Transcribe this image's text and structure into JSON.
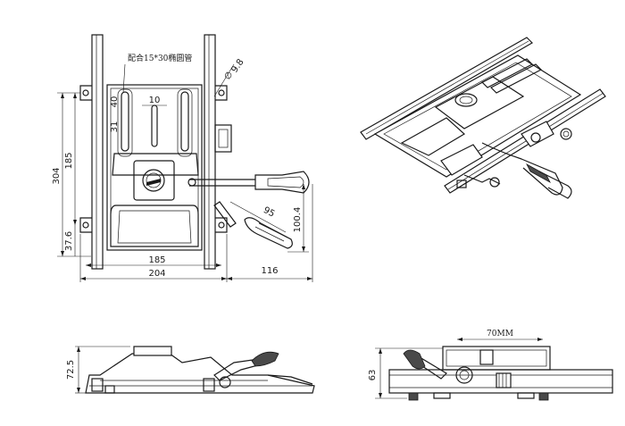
{
  "top_view": {
    "note": "配合15*30椭圆管",
    "diameter": "9.8",
    "dim_40": "40",
    "dim_10": "10",
    "dim_31": "31",
    "dim_304": "304",
    "dim_185_v": "185",
    "dim_37_6": "37.6",
    "dim_185_h": "185",
    "dim_204": "204",
    "dim_116": "116",
    "dim_95": "95",
    "dim_100_4": "100.4"
  },
  "side_view": {
    "dim_72_5": "72.5"
  },
  "front_view": {
    "dim_70mm": "70MM",
    "dim_63": "63"
  },
  "diameter_symbol": "∅"
}
